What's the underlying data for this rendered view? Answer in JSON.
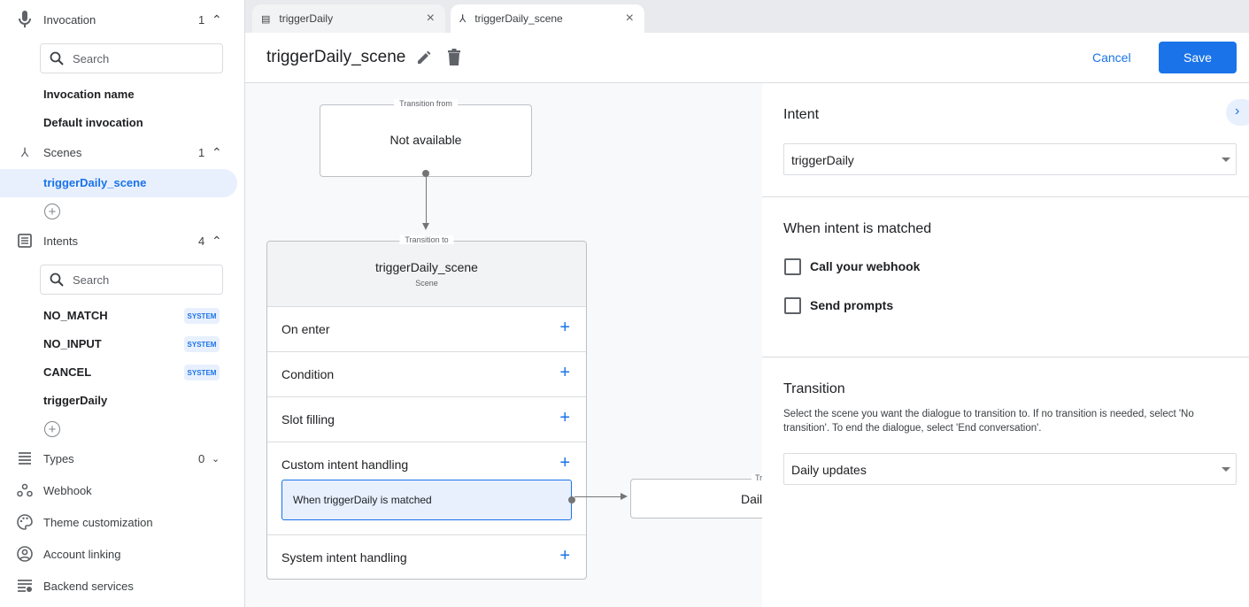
{
  "sidebar": {
    "invocation": {
      "label": "Invocation",
      "count": "1",
      "icon": "microphone-icon",
      "search_placeholder": "Search",
      "items": [
        "Invocation name",
        "Default invocation"
      ]
    },
    "scenes": {
      "label": "Scenes",
      "count": "1",
      "icon": "scene-merge-icon",
      "items": [
        "triggerDaily_scene"
      ]
    },
    "intents": {
      "label": "Intents",
      "count": "4",
      "icon": "list-icon",
      "search_placeholder": "Search",
      "items": [
        {
          "name": "NO_MATCH",
          "badge": "SYSTEM"
        },
        {
          "name": "NO_INPUT",
          "badge": "SYSTEM"
        },
        {
          "name": "CANCEL",
          "badge": "SYSTEM"
        },
        {
          "name": "triggerDaily"
        }
      ]
    },
    "types": {
      "label": "Types",
      "count": "0"
    },
    "webhook": {
      "label": "Webhook"
    },
    "theme": {
      "label": "Theme customization"
    },
    "account": {
      "label": "Account linking"
    },
    "backend": {
      "label": "Backend services"
    }
  },
  "tabs": [
    {
      "label": "triggerDaily",
      "icon": "intent-icon"
    },
    {
      "label": "triggerDaily_scene",
      "icon": "scene-icon",
      "active": true
    }
  ],
  "header": {
    "title": "triggerDaily_scene",
    "cancel": "Cancel",
    "save": "Save"
  },
  "canvas": {
    "from": {
      "legend": "Transition from",
      "text": "Not available"
    },
    "scene": {
      "legend": "Transition to",
      "title": "triggerDaily_scene",
      "subtitle": "Scene",
      "rows": [
        "On enter",
        "Condition",
        "Slot filling",
        "Custom intent handling",
        "System intent handling"
      ],
      "handler": "When triggerDaily is matched"
    },
    "target": {
      "legend": "Tr",
      "text": "Dail"
    }
  },
  "panel": {
    "intent_heading": "Intent",
    "intent_value": "triggerDaily",
    "matched_heading": "When intent is matched",
    "checkboxes": [
      {
        "label": "Call your webhook",
        "checked": false
      },
      {
        "label": "Send prompts",
        "checked": false
      }
    ],
    "transition_heading": "Transition",
    "transition_desc": "Select the scene you want the dialogue to transition to. If no transition is needed, select 'No transition'. To end the dialogue, select 'End conversation'.",
    "transition_value": "Daily updates"
  },
  "colors": {
    "accent": "#1a73e8",
    "selected_bg": "#e8f0fe"
  }
}
